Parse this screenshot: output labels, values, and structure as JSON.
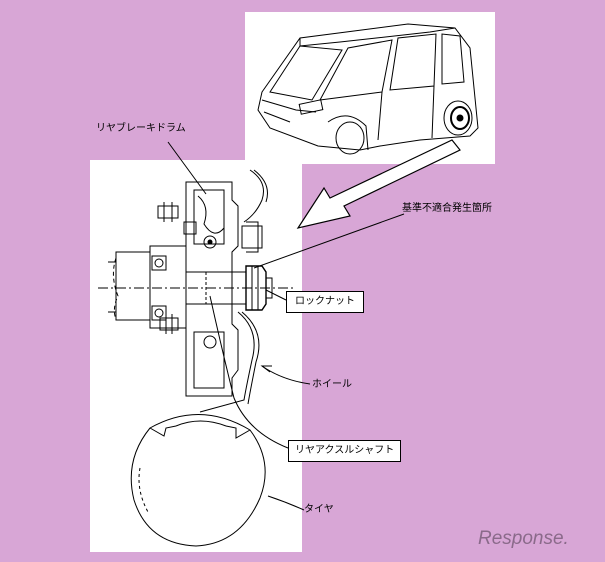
{
  "labels": {
    "rear_brake_drum": "リヤブレーキドラム",
    "nonconformity_location": "基準不適合発生箇所",
    "lock_nut": "ロックナット",
    "wheel": "ホイール",
    "rear_axle_shaft": "リヤアクスルシャフト",
    "tire": "タイヤ"
  },
  "watermark": "Response.",
  "colors": {
    "background": "#d8a6d6",
    "panel": "#ffffff",
    "line": "#000000"
  },
  "icons": {
    "pointer_arrow": "hollow-arrow-icon",
    "car": "car-sketch-icon",
    "wheel_hub": "wheel-hub-cross-section"
  }
}
